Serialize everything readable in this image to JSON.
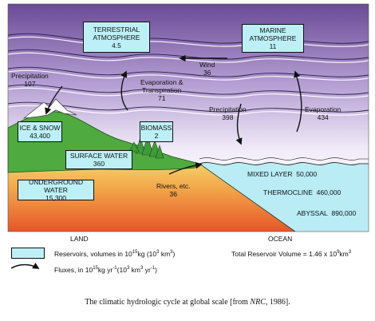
{
  "reservoirs": {
    "terrestrial_atmosphere": {
      "name": [
        "TERRESTRIAL",
        "ATMOSPHERE"
      ],
      "value": "4.5"
    },
    "marine_atmosphere": {
      "name": [
        "MARINE",
        "ATMOSPHERE"
      ],
      "value": "11"
    },
    "ice_snow": {
      "name": "ICE & SNOW",
      "value": "43,400"
    },
    "biomass": {
      "name": "BIOMASS",
      "value": "2"
    },
    "surface_water": {
      "name": "SURFACE WATER",
      "value": "360"
    },
    "underground_water": {
      "name": "UNDERGROUND WATER",
      "value": "15,300"
    },
    "mixed_layer": {
      "name": "MIXED LAYER",
      "value": "50,000"
    },
    "thermocline": {
      "name": "THERMOCLINE",
      "value": "460,000"
    },
    "abyssal": {
      "name": "ABYSSAL",
      "value": "890,000"
    }
  },
  "fluxes": {
    "wind": {
      "name": "Wind",
      "value": "36"
    },
    "precip_land": {
      "name": "Precipitation",
      "value": "107"
    },
    "evapotranspiration": {
      "name": [
        "Evaporation &",
        "Transpiration"
      ],
      "value": "71"
    },
    "precip_ocean": {
      "name": "Precipitation",
      "value": "398"
    },
    "evaporation_ocean": {
      "name": "Evaporation",
      "value": "434"
    },
    "rivers": {
      "name": "Rivers, etc.",
      "value": "36"
    }
  },
  "axis": {
    "land": "LAND",
    "ocean": "OCEAN"
  },
  "legend": {
    "reservoirs_prefix": "Reservoirs, volumes in 10",
    "reservoirs_exp1": "15",
    "reservoirs_mid": "kg (10",
    "reservoirs_exp2": "3",
    "reservoirs_mid2": " km",
    "reservoirs_exp3": "3",
    "reservoirs_suffix": ")",
    "fluxes_prefix": "Fluxes, in 10",
    "fluxes_exp1": "15",
    "fluxes_mid": "kg yr",
    "fluxes_exp2": "-1",
    "fluxes_mid2": "(10",
    "fluxes_exp3": "3",
    "fluxes_mid3": " km",
    "fluxes_exp4": "3",
    "fluxes_mid4": " yr",
    "fluxes_exp5": "-1",
    "fluxes_suffix": ")",
    "total_prefix": "Total Reservoir Volume = 1.46 x 10",
    "total_exp1": "9",
    "total_mid": "km",
    "total_exp2": "3"
  },
  "caption": {
    "prefix": "The climatic hydrologic cycle at global scale [from ",
    "source": "NRC",
    "suffix": ", 1986]."
  },
  "colors": {
    "sky_top": "#6e4d9a",
    "sky_bottom": "#ffffff",
    "reservoir_fill": "#bdf0f6",
    "land_green": "#4faa3f",
    "soil_orange": "#ec6a2c",
    "soil_yellow": "#f5d56c",
    "ocean": "#b9ecf5"
  }
}
